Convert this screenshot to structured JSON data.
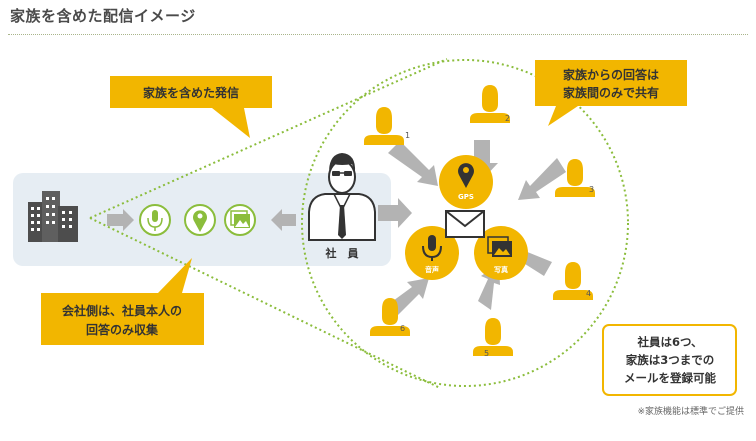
{
  "page": {
    "title": "家族を含めた配信イメージ"
  },
  "callouts": {
    "family_broadcast": "家族を含めた発信",
    "family_share_line1": "家族からの回答は",
    "family_share_line2": "家族間のみで共有",
    "company_line1": "会社側は、社員本人の",
    "company_line2": "回答のみ収集"
  },
  "employee": {
    "label": "社　員"
  },
  "channels": {
    "gps": "GPS",
    "voice": "音声",
    "photo": "写真"
  },
  "family_members": [
    "1",
    "2",
    "3",
    "4",
    "5",
    "6"
  ],
  "note": {
    "line1": "社員は6つ、",
    "line2": "家族は3つまでの",
    "line3": "メールを登録可能"
  },
  "footnote": "※家族機能は標準でご提供",
  "colors": {
    "accent": "#f2b600",
    "green": "#8bbd3c",
    "arrow_gray": "#b3b3b3",
    "panel": "#e6edf3"
  }
}
